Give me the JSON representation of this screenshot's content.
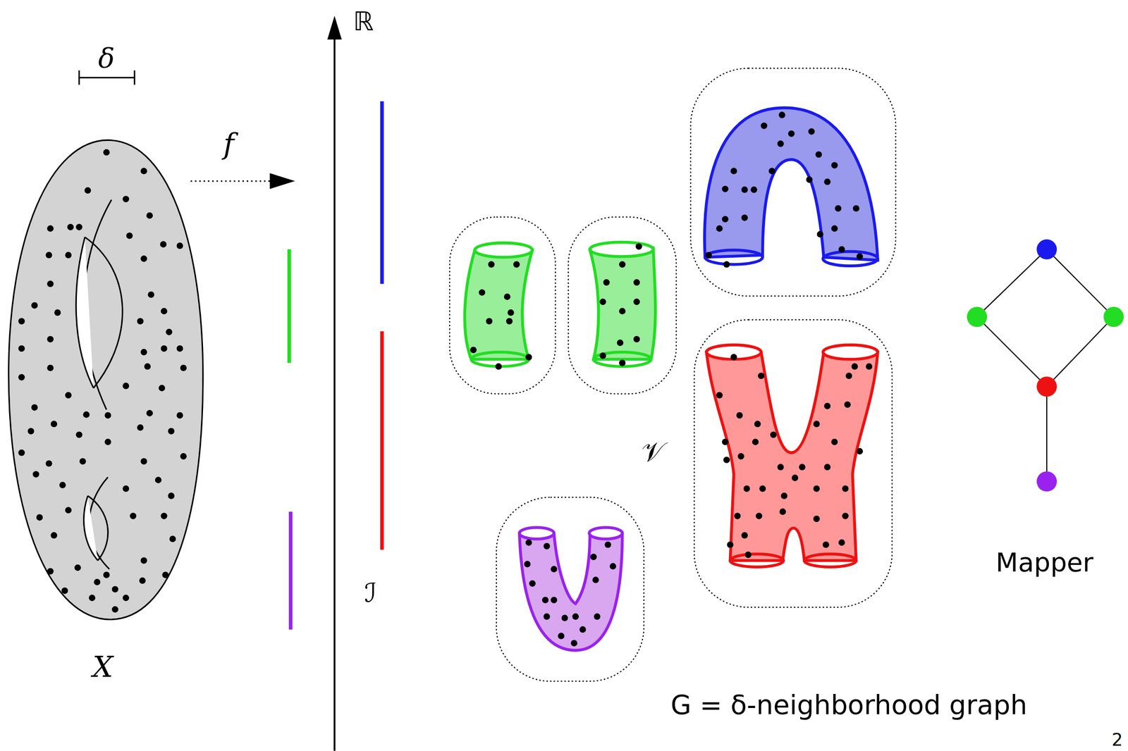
{
  "diagram": {
    "labels": [
      "δ",
      "f",
      "ℝ",
      "X",
      "ℐ",
      "𝒱",
      "Mapper",
      "G = δ-neighborhood graph",
      "2"
    ]
  }
}
